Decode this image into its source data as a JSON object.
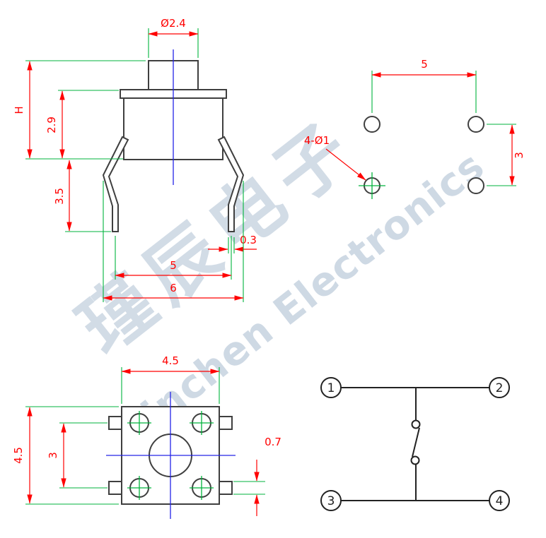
{
  "watermark": {
    "cn": "瑾辰电子",
    "en": "Jinchen Electronics"
  },
  "side_view": {
    "cap_diameter": "Ø2.4",
    "total_height": "H",
    "body_height": "2.9",
    "lead_length": "3.5",
    "lead_thickness": "0.3",
    "lead_span": "5",
    "overall_width": "6"
  },
  "footprint": {
    "hole_pitch_x": "5",
    "hole_pitch_y": "3",
    "hole_callout": "4-Ø1"
  },
  "top_view": {
    "body_width": "4.5",
    "body_height": "4.5",
    "lead_pitch": "3",
    "lead_width": "0.7"
  },
  "schematic": {
    "pin1": "1",
    "pin2": "2",
    "pin3": "3",
    "pin4": "4"
  },
  "colors": {
    "dimension": "#ff0000",
    "extension": "#00b33c",
    "centerline": "#2424e8",
    "outline": "#3f3f3f",
    "schematic": "#222222",
    "watermark": "#afc0d3"
  }
}
